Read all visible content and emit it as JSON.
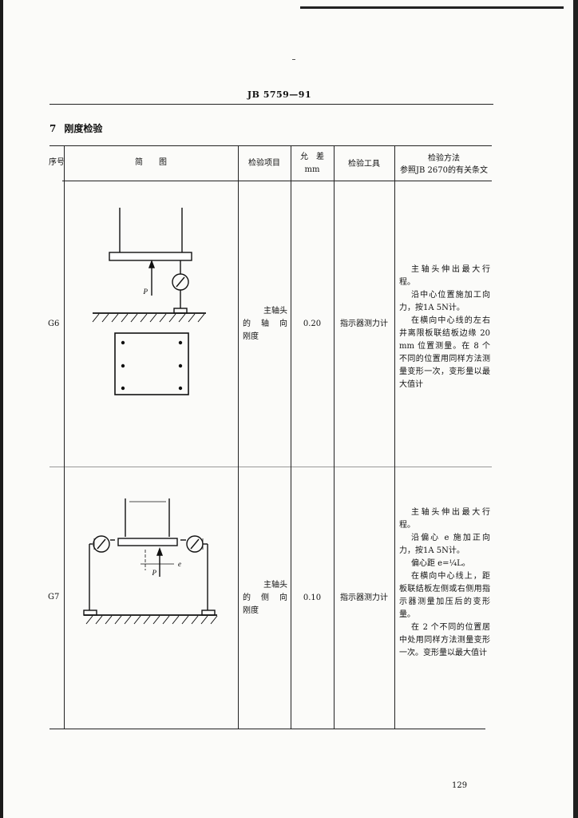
{
  "header": {
    "code": "JB 5759—91"
  },
  "section": {
    "number": "7",
    "title": "刚度检验"
  },
  "table": {
    "headers": {
      "index": "序号",
      "diagram": "简　　图",
      "item": "检验项目",
      "tolerance": "允　差",
      "tolerance_unit": "mm",
      "tool": "检验工具",
      "method": "检验方法",
      "method_ref": "参照JB 2670的有关条文"
    },
    "rows": [
      {
        "id": "G6",
        "item_lines": [
          "主轴头",
          "的 轴 向",
          "刚度"
        ],
        "tolerance": "0.20",
        "tool": "指示器测力计",
        "method": [
          "主轴头伸出最大行程。",
          "沿中心位置施加工向力，按1A 5N计。",
          "在横向中心线的左右井离限板联结板边缘 20 mm 位置测量。在 8 个不同的位置用同样方法测量变形一次，变形量以最大值计"
        ]
      },
      {
        "id": "G7",
        "item_lines": [
          "主轴头",
          "的 侧 向",
          "刚度"
        ],
        "tolerance": "0.10",
        "tool": "指示器测力计",
        "method": [
          "主轴头伸出最大行程。",
          "沿偏心 e 施加正向力，按1A 5N计。",
          "偏心距 e=¼L。",
          "在横向中心线上，距板联结板左侧或右侧用指示器测量加压后的变形量。",
          "在 2 个不同的位置居中处用同样方法测量变形一次。变形量以最大值计"
        ]
      }
    ]
  },
  "figure_labels": {
    "force": "P",
    "eccentric": "e"
  },
  "page_number": "129"
}
